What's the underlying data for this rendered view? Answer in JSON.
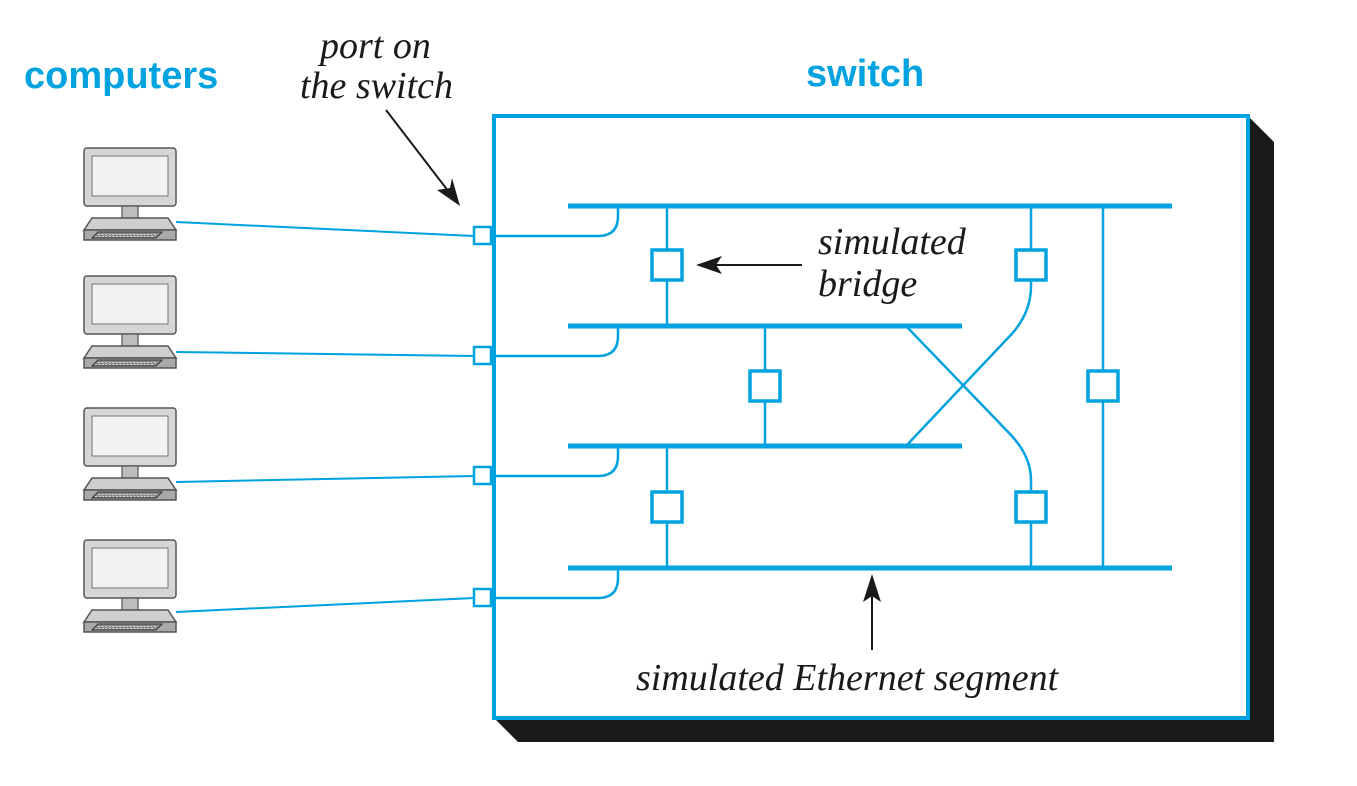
{
  "labels": {
    "computers": "computers",
    "switch": "switch",
    "port_line1": "port on",
    "port_line2": "the switch",
    "bridge_line1": "simulated",
    "bridge_line2": "bridge",
    "segment": "simulated Ethernet segment"
  },
  "colors": {
    "accent": "#00a3e0",
    "shadow": "#1a1a1a",
    "text": "#1a1a1a"
  },
  "computer_count": 4,
  "segment_count": 4,
  "bridge_count": 6
}
